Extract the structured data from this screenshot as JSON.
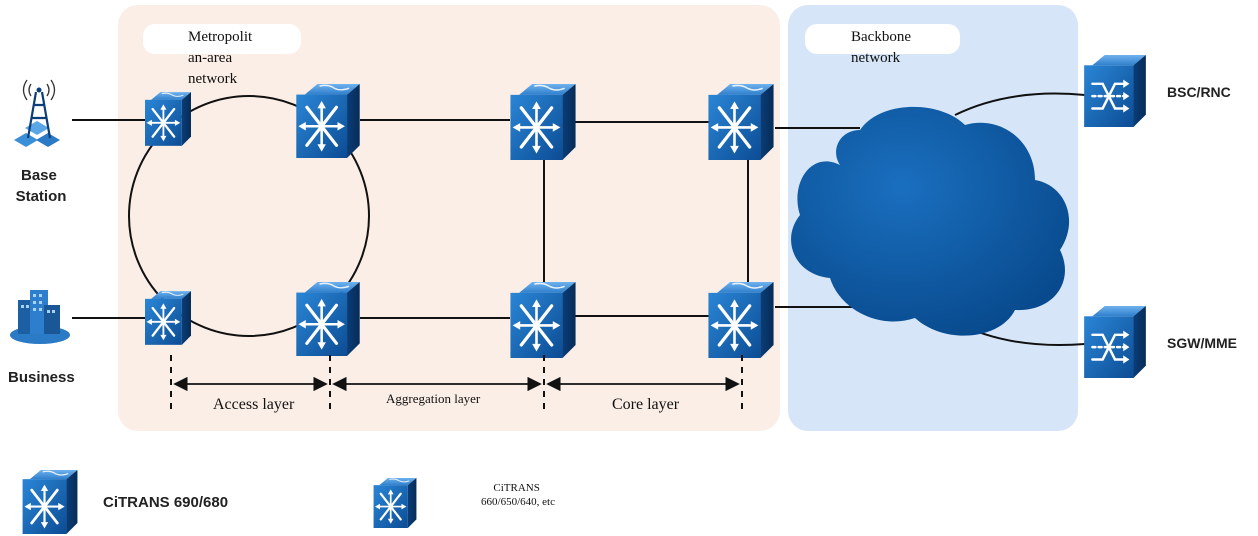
{
  "regions": {
    "metro": {
      "label_lines": [
        "Metropolit",
        "an-area",
        "network"
      ]
    },
    "backbone": {
      "label_lines": [
        "Backbone",
        "network"
      ]
    }
  },
  "endpoints": {
    "base_station": {
      "label_lines": [
        "Base",
        "Station"
      ]
    },
    "business": {
      "label": "Business"
    },
    "bsc_rnc": {
      "label": "BSC/RNC"
    },
    "sgw_mme": {
      "label": "SGW/MME"
    }
  },
  "layers": {
    "access": "Access layer",
    "aggregation": "Aggregation layer",
    "core": "Core layer"
  },
  "legend": {
    "large_device": "CiTRANS 690/680",
    "small_device_lines": [
      "CiTRANS",
      "660/650/640, etc"
    ]
  },
  "colors": {
    "metro_bg": "#fbeee6",
    "backbone_bg": "#d6e6f8",
    "device_front": "#1565b0",
    "device_dark": "#0a3f7e",
    "cloud": "#0d5ea8"
  }
}
